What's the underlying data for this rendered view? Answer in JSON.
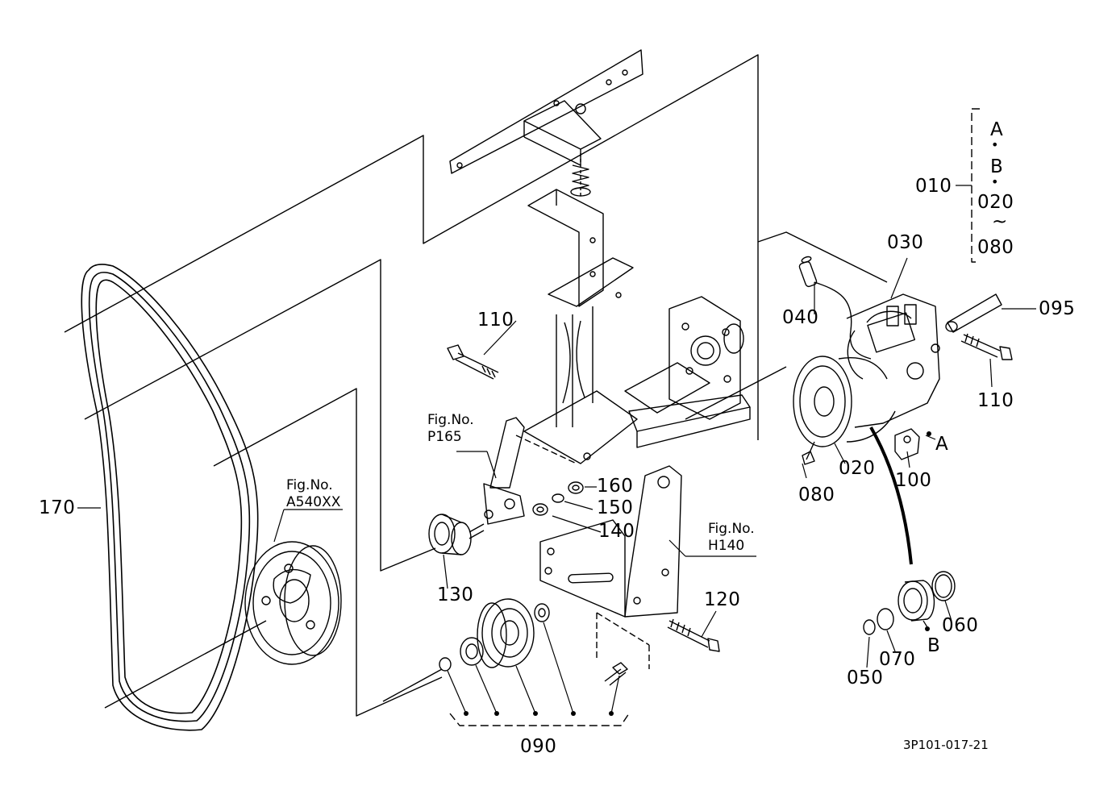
{
  "parts": {
    "p010": "010",
    "p020": "020",
    "p030": "030",
    "p040": "040",
    "p050": "050",
    "p060": "060",
    "p070": "070",
    "p080": "080",
    "p090": "090",
    "p095": "095",
    "p100": "100",
    "p110a": "110",
    "p110b": "110",
    "p120": "120",
    "p130": "130",
    "p140": "140",
    "p150": "150",
    "p160": "160",
    "p170": "170"
  },
  "set_bracket": {
    "a": "A",
    "dot1": "•",
    "b": "B",
    "dot2": "•",
    "from": "020",
    "tilde": "~",
    "to": "080"
  },
  "markers": {
    "a": "A",
    "b": "B"
  },
  "fig_refs": {
    "p165_title": "Fig.No.",
    "p165_no": "P165",
    "a540_title": "Fig.No.",
    "a540_no": "A540XX",
    "h140_title": "Fig.No.",
    "h140_no": "H140"
  },
  "drawing_code": "3P101-017-21"
}
